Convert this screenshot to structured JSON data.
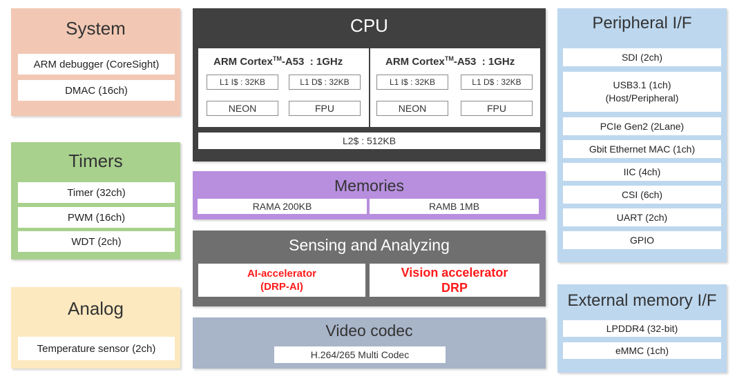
{
  "colors": {
    "system": "#f2c8b4",
    "timers": "#a9d18e",
    "analog": "#fde9c0",
    "cpu": "#404040",
    "memories": "#b78fde",
    "sensing": "#6f6f6f",
    "video": "#a8b4c8",
    "peripheral": "#bdd7ee",
    "external": "#bdd7ee",
    "accent_red": "#ff1a1a"
  },
  "system": {
    "title": "System",
    "items": [
      "ARM debugger (CoreSight)",
      "DMAC (16ch)"
    ]
  },
  "timers": {
    "title": "Timers",
    "items": [
      "Timer (32ch)",
      "PWM (16ch)",
      "WDT (2ch)"
    ]
  },
  "analog": {
    "title": "Analog",
    "items": [
      "Temperature sensor (2ch)"
    ]
  },
  "cpu": {
    "title": "CPU",
    "cores": [
      {
        "name_prefix": "ARM Cortex",
        "name_tm": "TM",
        "name_suffix": "-A53  : 1GHz",
        "l1i": "L1 I$ : 32KB",
        "l1d": "L1 D$ : 32KB",
        "neon": "NEON",
        "fpu": "FPU"
      },
      {
        "name_prefix": "ARM Cortex",
        "name_tm": "TM",
        "name_suffix": "-A53  : 1GHz",
        "l1i": "L1 I$ : 32KB",
        "l1d": "L1 D$ : 32KB",
        "neon": "NEON",
        "fpu": "FPU"
      }
    ],
    "l2": "L2$ : 512KB"
  },
  "memories": {
    "title": "Memories",
    "items": [
      "RAMA 200KB",
      "RAMB 1MB"
    ]
  },
  "sensing": {
    "title": "Sensing and Analyzing",
    "ai_line1": "AI-accelerator",
    "ai_line2": "(DRP-AI)",
    "vision_line1": "Vision accelerator",
    "vision_line2": "DRP"
  },
  "video": {
    "title": "Video codec",
    "item": "H.264/265 Multi Codec"
  },
  "peripheral": {
    "title": "Peripheral I/F",
    "items": [
      "SDI (2ch)",
      "USB3.1 (1ch)",
      "(Host/Peripheral)",
      "PCIe Gen2 (2Lane)",
      "Gbit Ethernet MAC (1ch)",
      "IIC (4ch)",
      "CSI (6ch)",
      "UART (2ch)",
      "GPIO"
    ]
  },
  "external": {
    "title": "External memory I/F",
    "items": [
      "LPDDR4 (32-bit)",
      "eMMC (1ch)"
    ]
  }
}
